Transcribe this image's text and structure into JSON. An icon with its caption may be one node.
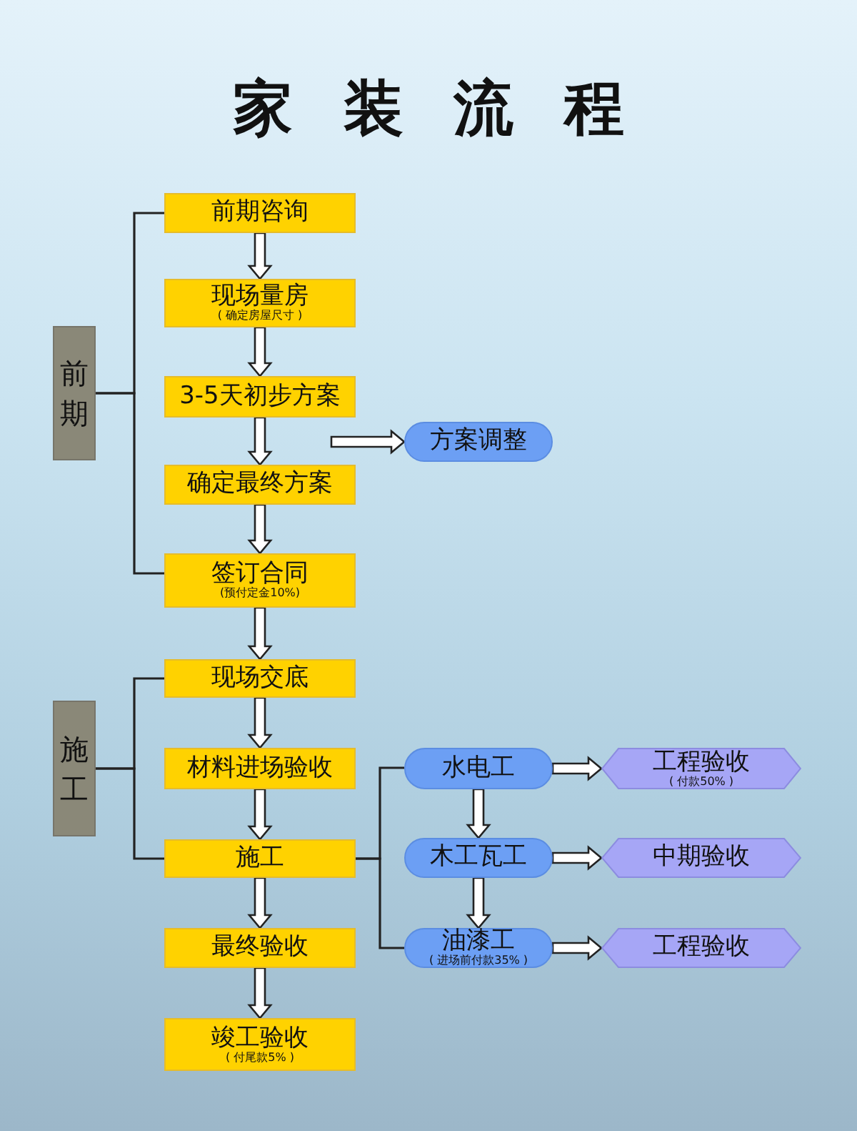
{
  "diagram": {
    "title": "家装流程",
    "nodes": [
      {
        "text": [
          "前期"
        ]
      },
      {
        "text": [
          "前期咨询"
        ]
      },
      {
        "text": [
          "现场量房",
          "( 确定房屋尺寸 )"
        ]
      },
      {
        "text": [
          "3-5天初步方案"
        ]
      },
      {
        "text": [
          "确定最终方案"
        ]
      },
      {
        "text": [
          "签订合同",
          "(预付定金10%)"
        ]
      },
      {
        "text": [
          "方案调整"
        ]
      },
      {
        "text": [
          "施工"
        ]
      },
      {
        "text": [
          "现场交底"
        ]
      },
      {
        "text": [
          "材料进场验收"
        ]
      },
      {
        "text": [
          "施工"
        ]
      },
      {
        "text": [
          "最终验收"
        ]
      },
      {
        "text": [
          "竣工验收",
          "( 付尾款5% )"
        ]
      },
      {
        "text": [
          "水电工"
        ]
      },
      {
        "text": [
          "木工瓦工"
        ]
      },
      {
        "text": [
          "油漆工",
          "( 进场前付款35% )"
        ]
      },
      {
        "text": [
          "工程验收",
          "( 付款50% )"
        ]
      },
      {
        "text": [
          "中期验收"
        ]
      },
      {
        "text": [
          "工程验收"
        ]
      }
    ],
    "edges": [
      {
        "from": 0,
        "to": 1,
        "arrow": "none"
      },
      {
        "from": 0,
        "to": 5,
        "arrow": "none"
      },
      {
        "from": 1,
        "to": 2,
        "arrow": "to"
      },
      {
        "from": 2,
        "to": 3,
        "arrow": "to"
      },
      {
        "from": 3,
        "to": 4,
        "arrow": "to"
      },
      {
        "from": 4,
        "to": 5,
        "arrow": "to"
      },
      {
        "from": null,
        "to": 6,
        "arrow": "to"
      },
      {
        "from": 5,
        "to": 8,
        "arrow": "to"
      },
      {
        "from": 7,
        "to": 8,
        "arrow": "none"
      },
      {
        "from": 7,
        "to": 10,
        "arrow": "none"
      },
      {
        "from": 8,
        "to": 9,
        "arrow": "to"
      },
      {
        "from": 9,
        "to": 10,
        "arrow": "to"
      },
      {
        "from": 10,
        "to": 11,
        "arrow": "to"
      },
      {
        "from": 11,
        "to": 12,
        "arrow": "to"
      },
      {
        "from": 10,
        "to": 13,
        "arrow": "none"
      },
      {
        "from": 10,
        "to": 15,
        "arrow": "none"
      },
      {
        "from": 13,
        "to": 14,
        "arrow": "to"
      },
      {
        "from": 14,
        "to": 15,
        "arrow": "to"
      },
      {
        "from": 13,
        "to": 16,
        "arrow": "to"
      },
      {
        "from": 14,
        "to": 17,
        "arrow": "to"
      },
      {
        "from": 15,
        "to": 18,
        "arrow": "to"
      }
    ]
  }
}
